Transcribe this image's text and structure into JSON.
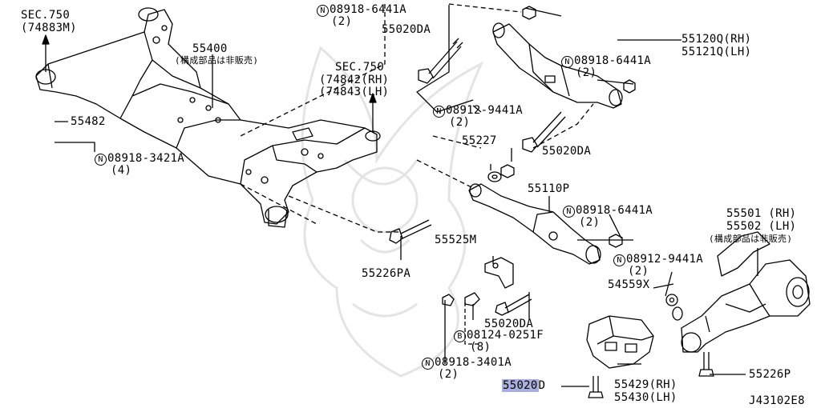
{
  "labels": {
    "sec750_left_1": "SEC.750",
    "sec750_left_2": "(74883M)",
    "p55400": "55400",
    "p55400_note": "(構成部品は非販売)",
    "p55482": "55482",
    "b08918_3421A": "08918-3421A",
    "b08918_3421A_qty": "(4)",
    "sec750_mid_1": "SEC.750",
    "sec750_mid_2": "(74842(RH)",
    "sec750_mid_3": "(74843(LH)",
    "b08918_6441A_top": "08918-6441A",
    "b08918_6441A_top_qty": "(2)",
    "p55020DA_top": "55020DA",
    "p55120Q": "55120Q(RH)",
    "p55121Q": "55121Q(LH)",
    "b08918_6441A_mid": "08918-6441A",
    "b08918_6441A_mid_qty": "(2)",
    "b08912_9441A_top": "08912-9441A",
    "b08912_9441A_top_qty": "(2)",
    "p55227": "55227",
    "p55020DA_mid": "55020DA",
    "p55110P": "55110P",
    "b08918_6441A_low": "08918-6441A",
    "b08918_6441A_low_qty": "(2)",
    "p55501": "55501 (RH)",
    "p55502": "55502 (LH)",
    "p55501_note": "(構成部品は非販売)",
    "p55525M": "55525M",
    "p55226PA": "55226PA",
    "b08912_9441A_low": "08912-9441A",
    "b08912_9441A_low_qty": "(2)",
    "p54559X": "54559X",
    "p55020DA_low": "55020DA",
    "b08124_0251F": "08124-0251F",
    "b08124_0251F_qty": "(8)",
    "b08918_3401A": "08918-3401A",
    "b08918_3401A_qty": "(2)",
    "p55226P": "55226P",
    "p55020D_hl": "55020",
    "p55020D_tail": "D",
    "p55429": "55429(RH)",
    "p55430": "55430(LH)",
    "diagram_id": "J43102E8"
  },
  "symbols": {
    "nut": "N",
    "bolt": "B"
  },
  "colors": {
    "highlight": "#a9afdc",
    "watermark": "#e6e6e6"
  }
}
